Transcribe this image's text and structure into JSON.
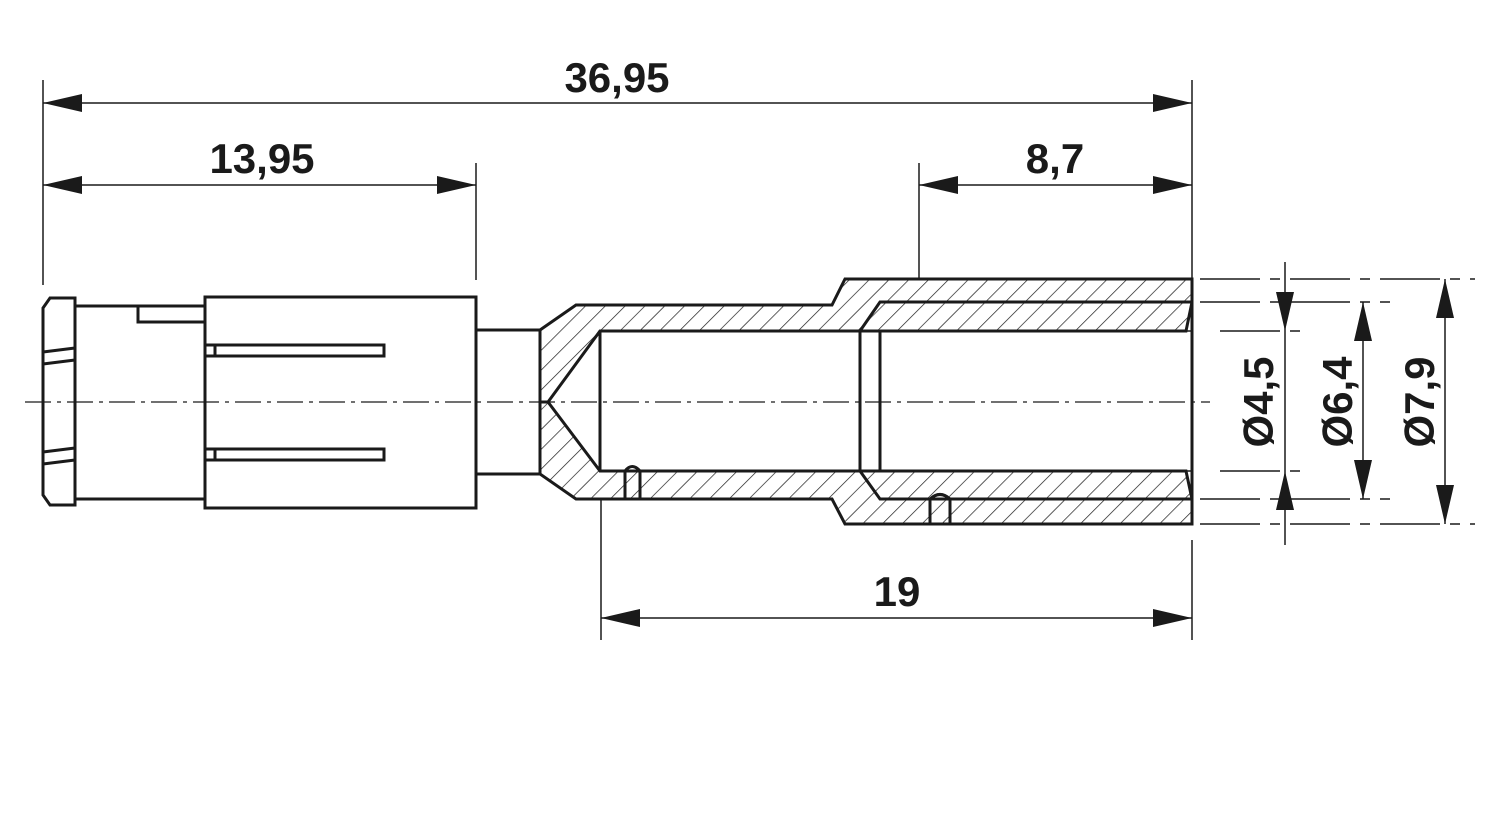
{
  "drawing": {
    "dimensions": {
      "overall_length": "36,95",
      "front_length": "13,95",
      "crimp_length": "8,7",
      "sleeve_length": "19",
      "inner_diameter": "Ø4,5",
      "bore_diameter": "Ø6,4",
      "outer_diameter": "Ø7,9"
    }
  }
}
